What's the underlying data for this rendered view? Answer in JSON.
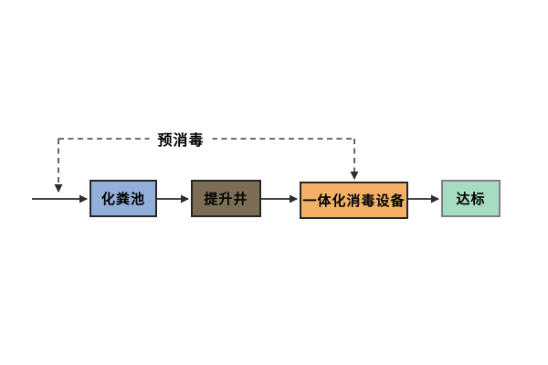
{
  "diagram": {
    "background_color": "#ffffff",
    "flow_line_color": "#2b2b2b",
    "dashed_line_color": "#3d3d3d",
    "pre_disinfection_label": "预消毒",
    "nodes": [
      {
        "id": "septic-tank",
        "label": "化粪池",
        "fill": "#92afdc",
        "border": "#262626",
        "text_color": "#000000"
      },
      {
        "id": "lift-well",
        "label": "提升井",
        "fill": "#7c6e55",
        "border": "#262626",
        "text_color": "#000000"
      },
      {
        "id": "integrated-disinfection",
        "label": "一体化消毒设备",
        "fill": "#f2b167",
        "border": "#262626",
        "text_color": "#000000"
      },
      {
        "id": "standard-met",
        "label": "达标",
        "fill": "#a6dcc1",
        "border": "#7f7f7f",
        "text_color": "#000000"
      }
    ]
  }
}
